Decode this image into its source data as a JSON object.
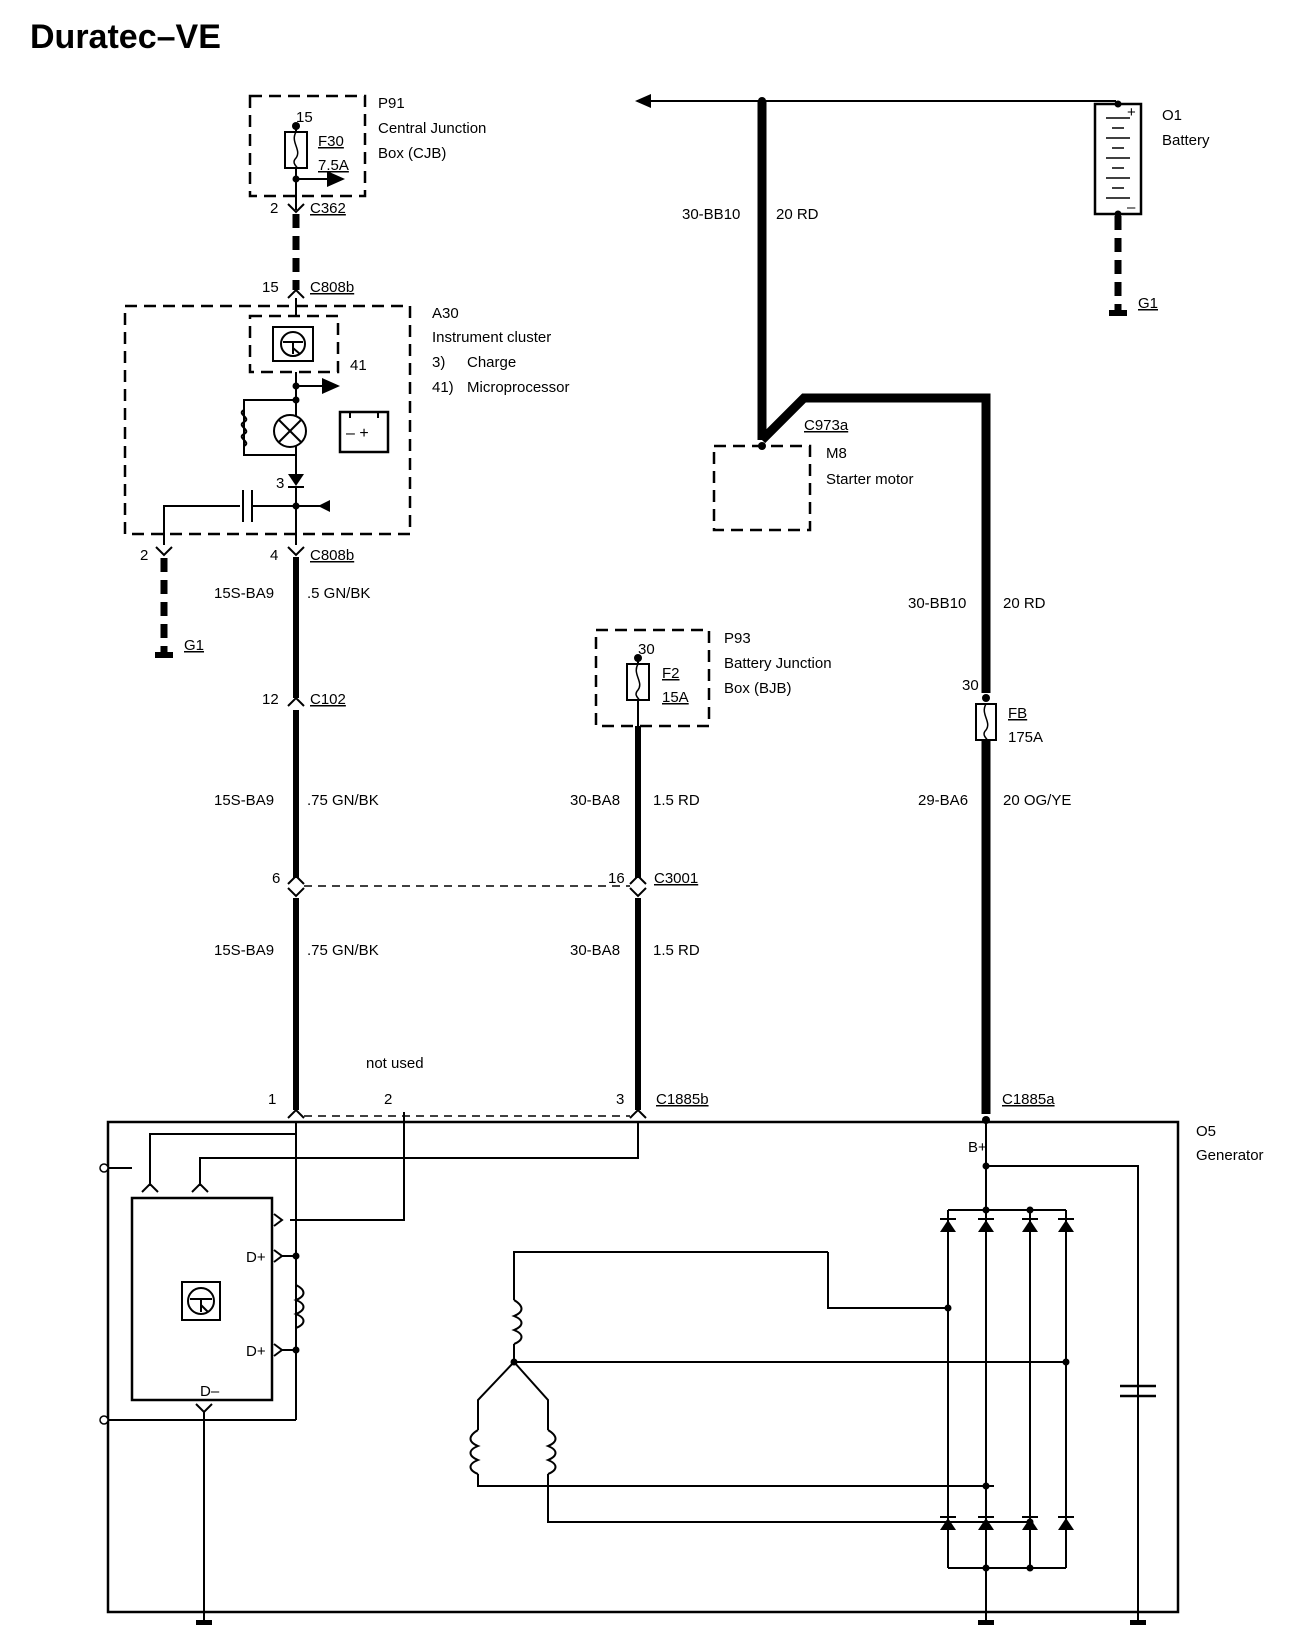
{
  "title": "Duratec–VE",
  "components": {
    "p91": {
      "id": "P91",
      "name_line1": "Central Junction",
      "name_line2": "Box (CJB)",
      "pin": "15",
      "fuse": "F30",
      "rating": "7.5A"
    },
    "a30": {
      "id": "A30",
      "name": "Instrument cluster",
      "note1_num": "3)",
      "note1_text": "Charge",
      "note2_num": "41)",
      "note2_text": "Microprocessor",
      "label_41": "41",
      "label_3": "3"
    },
    "o1": {
      "id": "O1",
      "name": "Battery",
      "plus": "+",
      "minus": "–"
    },
    "m8": {
      "id": "M8",
      "name": "Starter motor"
    },
    "p93": {
      "id": "P93",
      "name_line1": "Battery Junction",
      "name_line2": "Box (BJB)",
      "pin": "30",
      "fuse": "F2",
      "rating": "15A"
    },
    "fb": {
      "pin": "30",
      "fuse": "FB",
      "rating": "175A"
    },
    "o5": {
      "id": "O5",
      "name": "Generator",
      "bplus": "B+",
      "dplus1": "D+",
      "dplus2": "D+",
      "dminus": "D–"
    }
  },
  "grounds": {
    "g1_battery": "G1",
    "g1_cluster": "G1"
  },
  "connectors": {
    "c362": {
      "name": "C362",
      "pin": "2"
    },
    "c808b_top": {
      "name": "C808b",
      "pin": "15"
    },
    "c808b_bottom": {
      "name": "C808b",
      "pin": "4",
      "pin_ground": "2"
    },
    "c102": {
      "name": "C102",
      "pin": "12"
    },
    "c3001": {
      "name": "C3001",
      "pin_left": "6",
      "pin_right": "16"
    },
    "c973a": {
      "name": "C973a"
    },
    "c1885b": {
      "name": "C1885b",
      "pin1": "1",
      "pin2": "2",
      "pin3": "3",
      "not_used": "not used"
    },
    "c1885a": {
      "name": "C1885a"
    }
  },
  "wires": {
    "battery_feed": {
      "circuit": "30-BB10",
      "spec": "20 RD"
    },
    "starter_feed": {
      "circuit": "30-BB10",
      "spec": "20 RD"
    },
    "cluster_out": {
      "circuit": "15S-BA9",
      "spec": ".5 GN/BK"
    },
    "mid_left": {
      "circuit": "15S-BA9",
      "spec": ".75 GN/BK"
    },
    "mid_center": {
      "circuit": "30-BA8",
      "spec": "1.5 RD"
    },
    "fb_out": {
      "circuit": "29-BA6",
      "spec": "20 OG/YE"
    },
    "low_left": {
      "circuit": "15S-BA9",
      "spec": ".75 GN/BK"
    },
    "low_center": {
      "circuit": "30-BA8",
      "spec": "1.5 RD"
    }
  }
}
